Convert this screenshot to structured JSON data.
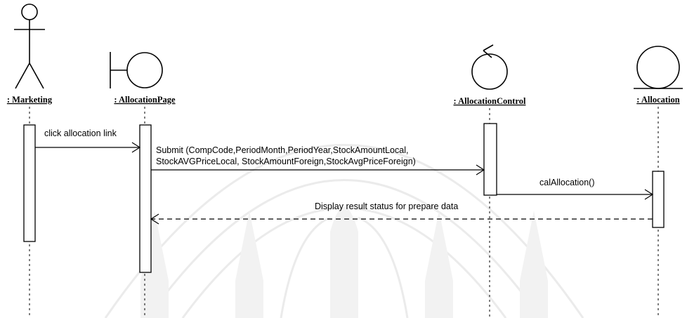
{
  "objects": {
    "marketing": {
      "name": ": Marketing",
      "kind": "actor-icon"
    },
    "allocation_page": {
      "name": ": AllocationPage",
      "kind": "boundary-icon"
    },
    "allocation_control": {
      "name": ": AllocationControl",
      "kind": "control-icon"
    },
    "allocation": {
      "name": ": Allocation",
      "kind": "entity-icon"
    }
  },
  "messages": {
    "m1": {
      "text": "click allocation link",
      "type": "sync"
    },
    "m2": {
      "lines": [
        "Submit (CompCode,PeriodMonth,PeriodYear,StockAmountLocal,",
        "StockAVGPriceLocal, StockAmountForeign,StockAvgPriceForeign)"
      ],
      "type": "sync"
    },
    "m3": {
      "text": "calAllocation()",
      "type": "sync"
    },
    "m4": {
      "text": "Display result status for prepare data",
      "type": "return"
    }
  },
  "colors": {
    "line": "#000000",
    "background": "#ffffff",
    "watermark": "#ebebeb"
  }
}
